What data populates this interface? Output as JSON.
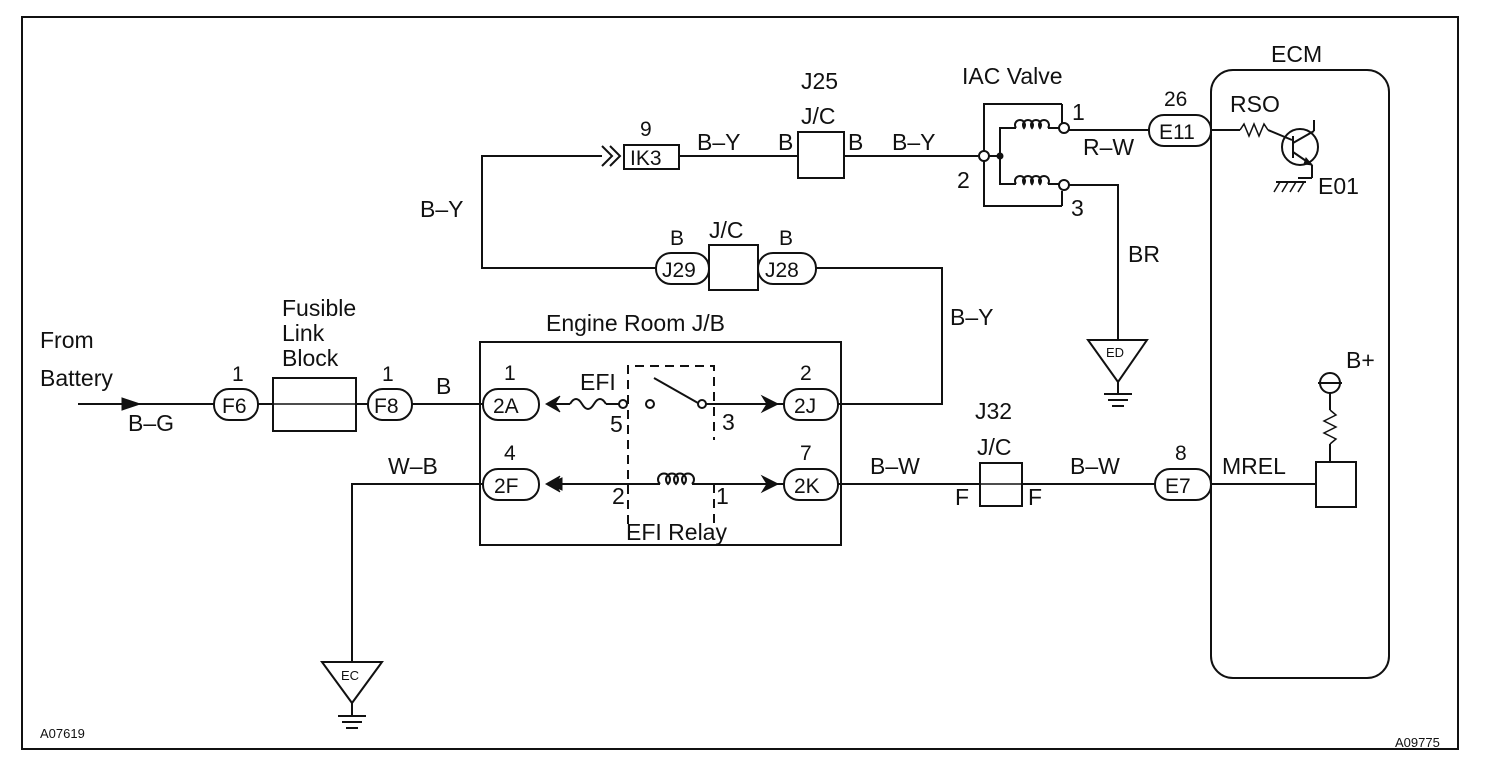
{
  "ecm": {
    "title": "ECM",
    "rso": "RSO",
    "e01": "E01",
    "bplus": "B+",
    "mrel": "MREL"
  },
  "iac_valve": {
    "title": "IAC Valve",
    "pin1": "1",
    "pin2": "2",
    "pin3": "3"
  },
  "engine_room_jb": {
    "title": "Engine Room J/B",
    "efi_fuse": "EFI",
    "efi_relay": "EFI Relay",
    "pin_5": "5",
    "pin_3": "3",
    "pin_2": "2",
    "pin_1": "1"
  },
  "fusible_link": {
    "line1": "Fusible",
    "line2": "Link",
    "line3": "Block"
  },
  "from_battery": {
    "line1": "From",
    "line2": "Battery"
  },
  "connectors": {
    "f6": {
      "pin": "1",
      "id": "F6"
    },
    "f8": {
      "pin": "1",
      "id": "F8"
    },
    "c2a": {
      "pin": "1",
      "id": "2A"
    },
    "c2j": {
      "pin": "2",
      "id": "2J"
    },
    "c2f": {
      "pin": "4",
      "id": "2F"
    },
    "c2k": {
      "pin": "7",
      "id": "2K"
    },
    "ik3": {
      "pin": "9",
      "id": "IK3"
    },
    "e11": {
      "pin": "26",
      "id": "E11"
    },
    "e7": {
      "pin": "8",
      "id": "E7"
    },
    "j29": {
      "pin": "B",
      "id": "J29"
    },
    "j28": {
      "pin": "B",
      "id": "J28"
    }
  },
  "junctions": {
    "j25": {
      "name": "J25",
      "jc": "J/C",
      "left": "B",
      "right": "B"
    },
    "mid": {
      "jc": "J/C"
    },
    "j32": {
      "name": "J32",
      "jc": "J/C",
      "left": "F",
      "right": "F"
    }
  },
  "wires": {
    "bg": "B–G",
    "b": "B",
    "by_left": "B–Y",
    "by_top1": "B–Y",
    "by_top2": "B–Y",
    "by_right": "B–Y",
    "rw": "R–W",
    "br": "BR",
    "wb": "W–B",
    "bw1": "B–W",
    "bw2": "B–W"
  },
  "grounds": {
    "ed": "ED",
    "ec": "EC"
  },
  "figure_ids": {
    "left": "A07619",
    "right": "A09775"
  }
}
